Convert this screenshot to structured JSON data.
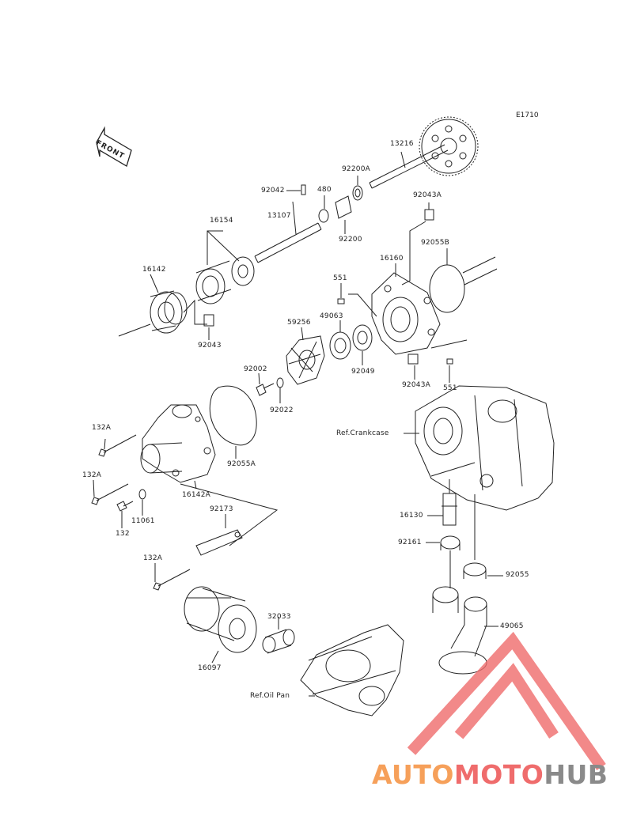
{
  "diagram_id": "E1710",
  "front_label": "FRONT",
  "parts": [
    {
      "key": "p13216",
      "text": "13216"
    },
    {
      "key": "p92200A",
      "text": "92200A"
    },
    {
      "key": "p92042",
      "text": "92042"
    },
    {
      "key": "p480",
      "text": "480"
    },
    {
      "key": "p13107",
      "text": "13107"
    },
    {
      "key": "p92200",
      "text": "92200"
    },
    {
      "key": "p92043A_top",
      "text": "92043A"
    },
    {
      "key": "p16154",
      "text": "16154"
    },
    {
      "key": "p92055B",
      "text": "92055B"
    },
    {
      "key": "p16160",
      "text": "16160"
    },
    {
      "key": "p16142",
      "text": "16142"
    },
    {
      "key": "p551_top",
      "text": "551"
    },
    {
      "key": "p92043",
      "text": "92043"
    },
    {
      "key": "p59256",
      "text": "59256"
    },
    {
      "key": "p49063",
      "text": "49063"
    },
    {
      "key": "p92049",
      "text": "92049"
    },
    {
      "key": "p92002",
      "text": "92002"
    },
    {
      "key": "p92043A_bot",
      "text": "92043A"
    },
    {
      "key": "p551_bot",
      "text": "551"
    },
    {
      "key": "p92022",
      "text": "92022"
    },
    {
      "key": "p132A_1",
      "text": "132A"
    },
    {
      "key": "ref_crankcase",
      "text": "Ref.Crankcase"
    },
    {
      "key": "p92055A",
      "text": "92055A"
    },
    {
      "key": "p132A_2",
      "text": "132A"
    },
    {
      "key": "p16142A",
      "text": "16142A"
    },
    {
      "key": "p11061",
      "text": "11061"
    },
    {
      "key": "p132",
      "text": "132"
    },
    {
      "key": "p92173",
      "text": "92173"
    },
    {
      "key": "p16130",
      "text": "16130"
    },
    {
      "key": "p92161",
      "text": "92161"
    },
    {
      "key": "p132A_3",
      "text": "132A"
    },
    {
      "key": "p92055",
      "text": "92055"
    },
    {
      "key": "p32033",
      "text": "32033"
    },
    {
      "key": "p49065",
      "text": "49065"
    },
    {
      "key": "p16097",
      "text": "16097"
    },
    {
      "key": "ref_oilpan",
      "text": "Ref.Oil Pan"
    }
  ],
  "watermark": {
    "part1": "AUTO",
    "part2": "MOTO",
    "part3": "HUB"
  },
  "colors": {
    "line": "#222222",
    "watermark_orange": "#f6a05a",
    "watermark_red": "#ef6c6c",
    "watermark_gray": "#8a8a8a"
  }
}
